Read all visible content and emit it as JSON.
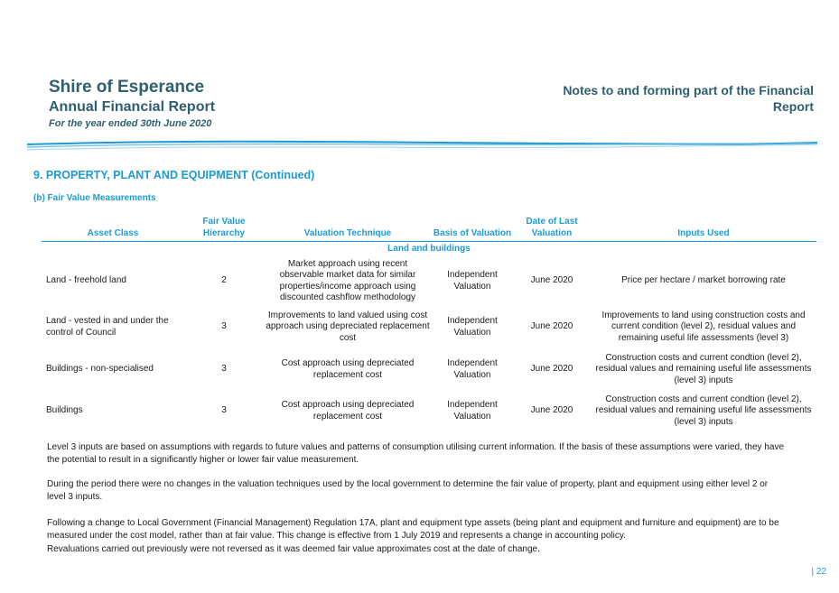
{
  "header": {
    "org_name": "Shire of Esperance",
    "report_name": "Annual Financial Report",
    "period": "For the year ended 30th June 2020",
    "notes_title": "Notes to and forming part of the Financial Report"
  },
  "section": {
    "title": "9.  PROPERTY, PLANT AND EQUIPMENT (Continued)",
    "subtitle": "(b)  Fair Value Measurements"
  },
  "table": {
    "headers": {
      "asset_class": "Asset Class",
      "fair_value_hierarchy": "Fair Value Hierarchy",
      "valuation_technique": "Valuation Technique",
      "basis_of_valuation": "Basis of Valuation",
      "date_of_last_valuation": "Date of Last Valuation",
      "inputs_used": "Inputs Used"
    },
    "group_label": "Land and buildings",
    "rows": [
      {
        "asset_class": "Land - freehold land",
        "hierarchy": "2",
        "technique": "Market approach using recent observable market data for similar properties/income approach using discounted cashflow methodology",
        "basis": "Independent Valuation",
        "date": "June 2020",
        "inputs": "Price per hectare / market borrowing rate"
      },
      {
        "asset_class": "Land - vested in and under the control of Council",
        "hierarchy": "3",
        "technique": "Improvements to land valued using cost approach using depreciated replacement cost",
        "basis": "Independent Valuation",
        "date": "June 2020",
        "inputs": "Improvements to land using construction costs and current condition (level 2), residual values and remaining useful life assessments (level 3)"
      },
      {
        "asset_class": "Buildings - non-specialised",
        "hierarchy": "3",
        "technique": "Cost approach using depreciated replacement cost",
        "basis": "Independent Valuation",
        "date": "June 2020",
        "inputs": "Construction costs and current condtion (level 2), residual values and remaining useful life assessments (level 3) inputs"
      },
      {
        "asset_class": "Buildings",
        "hierarchy": "3",
        "technique": "Cost approach using depreciated replacement cost",
        "basis": "Independent Valuation",
        "date": "June 2020",
        "inputs": "Construction costs and current condtion (level 2), residual values and remaining useful life assessments (level 3) inputs"
      }
    ]
  },
  "paragraphs": {
    "p1": "Level 3 inputs are based on assumptions with regards to future values and patterns of consumption utilising current information. If the basis of these assumptions were varied, they have the potential to result in a significantly higher or lower fair value measurement.",
    "p2": "During the period there were no changes in the valuation techniques used by the local government to determine the fair value of property, plant and equipment using either level 2 or level 3 inputs.",
    "p3": "Following a change to Local Government (Financial Management) Regulation 17A, plant and equipment type assets (being plant and equipment and furniture and equipment) are to be measured under the cost model, rather than at fair value.  This change is effective from 1 July 2019 and represents a change in accounting policy.",
    "p4": "Revaluations carried out previously were not reversed as it was deemed fair value approximates cost at the date of change."
  },
  "footer": {
    "page_number": "| 22"
  },
  "colors": {
    "heading": "#2e5f6e",
    "accent": "#1d9ad6"
  }
}
